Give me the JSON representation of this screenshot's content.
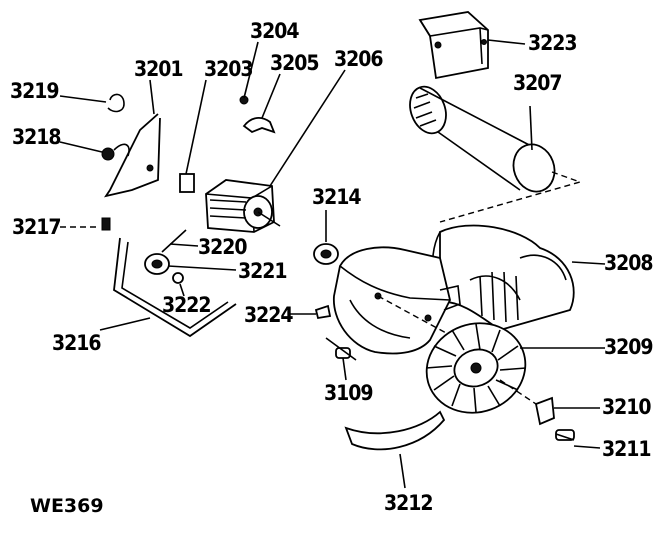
{
  "diagram": {
    "code": "WE369",
    "parts": [
      {
        "id": "p3201",
        "label": "3201"
      },
      {
        "id": "p3203",
        "label": "3203"
      },
      {
        "id": "p3204",
        "label": "3204"
      },
      {
        "id": "p3205",
        "label": "3205"
      },
      {
        "id": "p3206",
        "label": "3206"
      },
      {
        "id": "p3207",
        "label": "3207"
      },
      {
        "id": "p3208",
        "label": "3208"
      },
      {
        "id": "p3209",
        "label": "3209"
      },
      {
        "id": "p3210",
        "label": "3210"
      },
      {
        "id": "p3211",
        "label": "3211"
      },
      {
        "id": "p3212",
        "label": "3212"
      },
      {
        "id": "p3214",
        "label": "3214"
      },
      {
        "id": "p3216",
        "label": "3216"
      },
      {
        "id": "p3217",
        "label": "3217"
      },
      {
        "id": "p3218",
        "label": "3218"
      },
      {
        "id": "p3219",
        "label": "3219"
      },
      {
        "id": "p3220",
        "label": "3220"
      },
      {
        "id": "p3221",
        "label": "3221"
      },
      {
        "id": "p3222",
        "label": "3222"
      },
      {
        "id": "p3223",
        "label": "3223"
      },
      {
        "id": "p3224",
        "label": "3224"
      },
      {
        "id": "p3109",
        "label": "3109"
      }
    ]
  }
}
